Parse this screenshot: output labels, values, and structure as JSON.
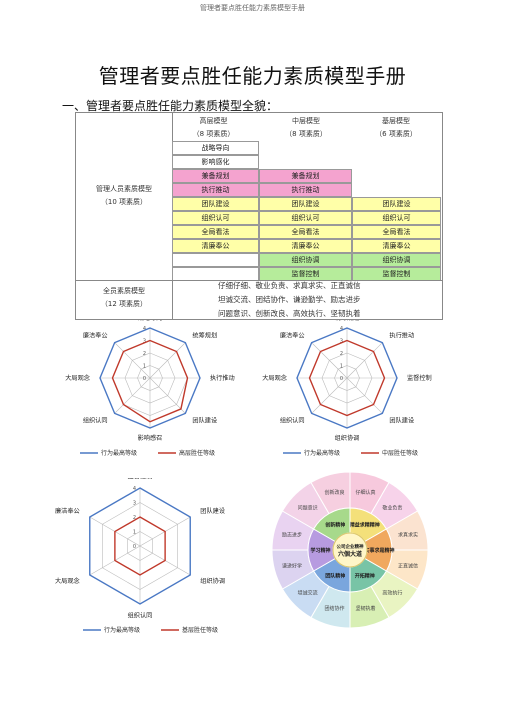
{
  "running_head": "管理者要点胜任能力素质模型手册",
  "title": "管理者要点胜任能力素质模型手册",
  "section_heading": "一、管理者要点胜任能力素质模型全貌：",
  "table": {
    "columns": [
      {
        "name": "高层模型",
        "count": "（8 项素质）"
      },
      {
        "name": "中层模型",
        "count": "（8 项素质）"
      },
      {
        "name": "基层模型",
        "count": "（6 项素质）"
      }
    ],
    "manager_model_label": "管理人员素质模型",
    "manager_model_count": "（10 项素质）",
    "senior_only": [
      "战略导向",
      "影响感化"
    ],
    "pink_rows": [
      [
        "兼备规划",
        "兼备规划"
      ],
      [
        "执行推动",
        "执行推动"
      ]
    ],
    "yellow_rows": [
      [
        "团队建设",
        "团队建设",
        "团队建设"
      ],
      [
        "组织认可",
        "组织认可",
        "组织认可"
      ],
      [
        "全局看法",
        "全局看法",
        "全局看法"
      ],
      [
        "清廉奉公",
        "清廉奉公",
        "清廉奉公"
      ]
    ],
    "green_rows": [
      [
        "组织协调",
        "组织协调"
      ],
      [
        "监督控制",
        "监督控制"
      ]
    ],
    "all_member_label": "全员素质模型",
    "all_member_count": "（12 项素质）",
    "all_member_lines": [
      "仔细仔细、敬业负责、求真求实、正直诚信",
      "坦诚交流、团结协作、谦逊勤学、励志进步",
      "问题意识、创新改良、高效执行、坚韧执着"
    ]
  },
  "chart_data": [
    {
      "type": "radar",
      "axes": [
        "战略导向",
        "统筹规划",
        "执行推动",
        "团队建设",
        "影响感召",
        "组织认同",
        "大局观念",
        "廉洁奉公"
      ],
      "rmax": 4,
      "ticks": [
        "0",
        "1",
        "2",
        "3",
        "4"
      ],
      "series": [
        {
          "name": "行为最高等级",
          "color": "#4a78c4",
          "values": [
            4,
            4,
            4,
            4,
            4,
            4,
            4,
            4
          ]
        },
        {
          "name": "高层胜任等级",
          "color": "#c0392b",
          "values": [
            3,
            3,
            3,
            3.5,
            3.5,
            3,
            3,
            3
          ]
        }
      ],
      "legend": "bottom"
    },
    {
      "type": "radar",
      "axes": [
        "统筹规划",
        "执行推动",
        "监督控制",
        "团队建设",
        "组织协调",
        "组织认同",
        "大局观念",
        "廉洁奉公"
      ],
      "rmax": 4,
      "ticks": [
        "0",
        "1",
        "2",
        "3",
        "4"
      ],
      "series": [
        {
          "name": "行为最高等级",
          "color": "#4a78c4",
          "values": [
            4,
            4,
            4,
            4,
            4,
            4,
            4,
            4
          ]
        },
        {
          "name": "中层胜任等级",
          "color": "#c0392b",
          "values": [
            3,
            3,
            3,
            3,
            3,
            3,
            3,
            3
          ]
        }
      ],
      "legend": "bottom"
    },
    {
      "type": "radar",
      "axes": [
        "监督控制",
        "团队建设",
        "组织协调",
        "组织认同",
        "大局观念",
        "廉洁奉公"
      ],
      "rmax": 4,
      "ticks": [
        "0",
        "1",
        "2",
        "3",
        "4"
      ],
      "series": [
        {
          "name": "行为最高等级",
          "color": "#4a78c4",
          "values": [
            4,
            4,
            4,
            4,
            4,
            4
          ]
        },
        {
          "name": "基层胜任等级",
          "color": "#c0392b",
          "values": [
            2,
            2,
            2,
            2,
            2,
            2
          ]
        }
      ],
      "legend": "bottom"
    }
  ],
  "culture_wheel": {
    "center": [
      "公司企业精神",
      "六個大道"
    ],
    "inner": [
      "精益求精精神",
      "实事求是精神",
      "开拓精神",
      "团队精神",
      "学习精神",
      "创新精神"
    ],
    "outer": [
      "仔细认真",
      "敬业负责",
      "求真求实",
      "正直诚信",
      "高效执行",
      "坚韧执着",
      "团结协作",
      "坦诚交流",
      "谦逊好学",
      "励志进步",
      "问题意识",
      "创新改良"
    ]
  }
}
